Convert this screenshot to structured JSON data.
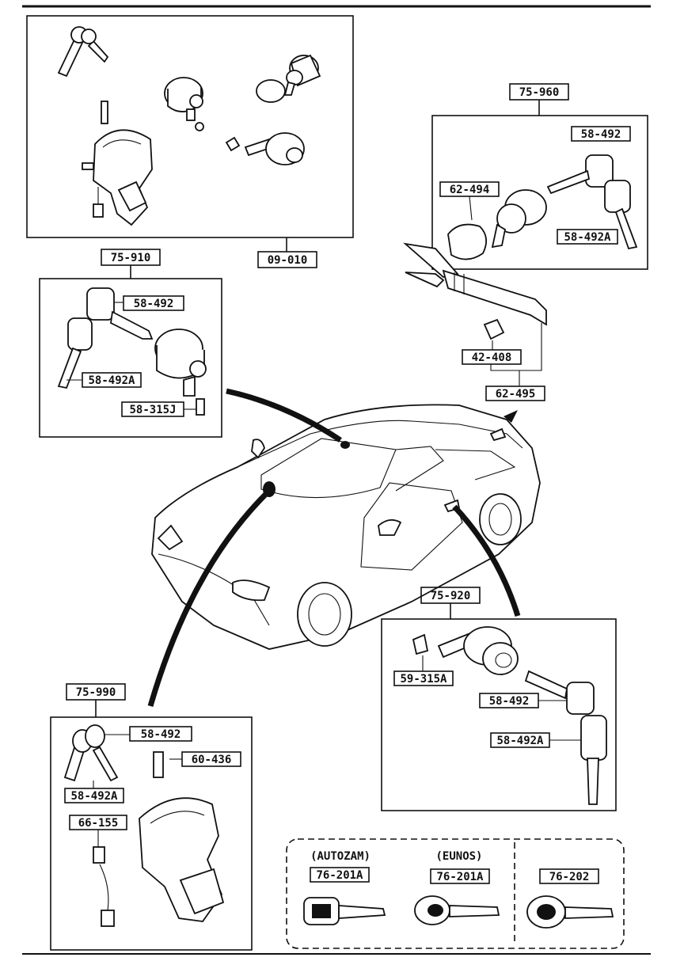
{
  "labels": {
    "top_group": "09-010",
    "left_group": "75-910",
    "left_key": "58-492",
    "left_key_a": "58-492A",
    "left_cap": "58-315J",
    "right_group": "75-960",
    "right_key": "58-492",
    "right_ring": "62-494",
    "right_key_a": "58-492A",
    "right_pin": "42-408",
    "right_rod": "62-495",
    "door_group": "75-920",
    "door_cap": "59-315A",
    "door_key": "58-492",
    "door_key_a": "58-492A",
    "ign_group": "75-990",
    "ign_key": "58-492",
    "ign_pin": "60-436",
    "ign_key_a": "58-492A",
    "ign_switch": "66-155"
  },
  "key_blanks": {
    "autozam_title": "(AUTOZAM)",
    "autozam_part": "76-201A",
    "eunos_title": "(EUNOS)",
    "eunos_part": "76-201A",
    "other_part": "76-202"
  }
}
